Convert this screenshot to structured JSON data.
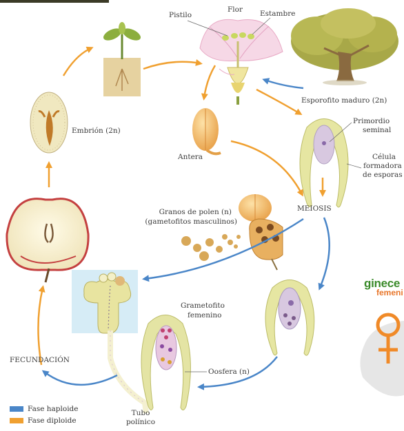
{
  "labels": {
    "pistilo": "Pistilo",
    "flor": "Flor",
    "estambre": "Estambre",
    "esporofito": "Esporofito maduro (2n)",
    "primordio": "Primordio",
    "seminal": "seminal",
    "celula": "Célula",
    "formadora": "formadora",
    "de_esporas": "de esporas",
    "antera": "Antera",
    "embrion": "Embrión (2n)",
    "meiosis": "MEIOSIS",
    "granos_1": "Granos de polen (n)",
    "granos_2": "(gametofitos masculinos)",
    "gametofito_1": "Grametofito",
    "gametofito_2": "femenino",
    "oosfera": "Oosfera (n)",
    "fecundacion": "FECUNDACIÓN",
    "tubo_1": "Tubo",
    "tubo_2": "polínico"
  },
  "brand": {
    "line1": "ginece",
    "line2": "femeni"
  },
  "legend": [
    {
      "label": "Fase haploide",
      "color": "#4a86c8"
    },
    {
      "label": "Fase diploide",
      "color": "#f0a030"
    }
  ],
  "colors": {
    "haploid": "#4a86c8",
    "diploid": "#f0a030",
    "female_symbol": "#f08a28"
  }
}
